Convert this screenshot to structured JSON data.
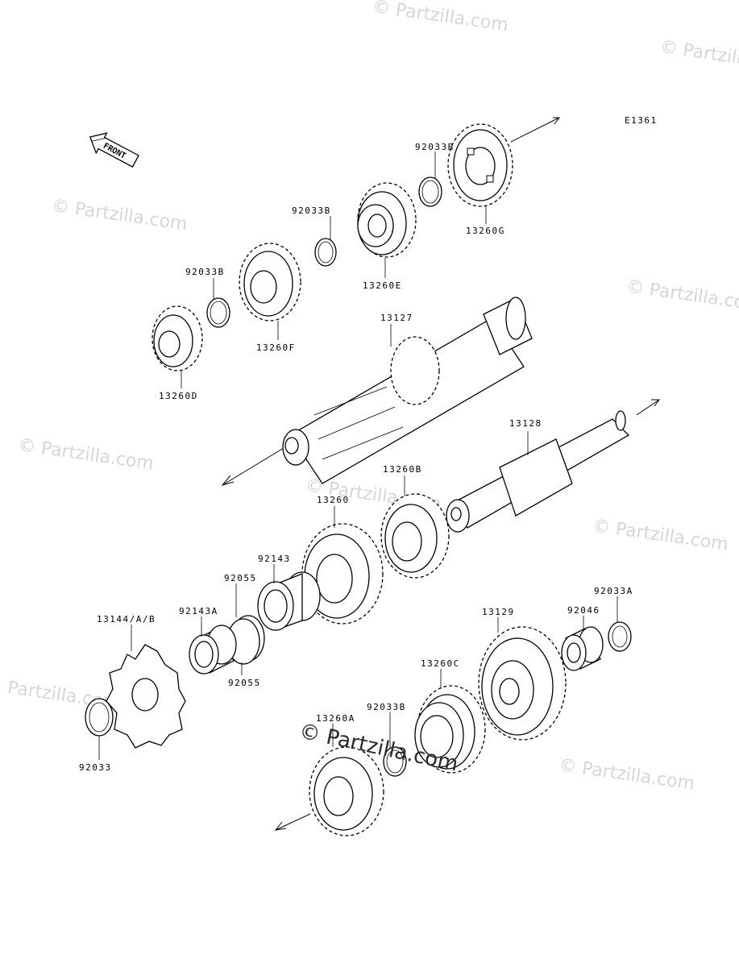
{
  "diagram_code": "E1361",
  "front_label": "FRONT",
  "watermark": "© Partzilla.com",
  "labels": {
    "p92033B_a": "92033B",
    "p92033B_b": "92033B",
    "p92033B_c": "92033B",
    "p92033B_d": "92033B",
    "p13260G": "13260G",
    "p13260E": "13260E",
    "p13260F": "13260F",
    "p13260D": "13260D",
    "p13127": "13127",
    "p13128": "13128",
    "p13260B": "13260B",
    "p13260": "13260",
    "p92143": "92143",
    "p92055_a": "92055",
    "p92055_b": "92055",
    "p92143A": "92143A",
    "p13144": "13144/A/B",
    "p13129": "13129",
    "p92046": "92046",
    "p92033A": "92033A",
    "p13260C": "13260C",
    "p13260A": "13260A",
    "p92033": "92033"
  }
}
